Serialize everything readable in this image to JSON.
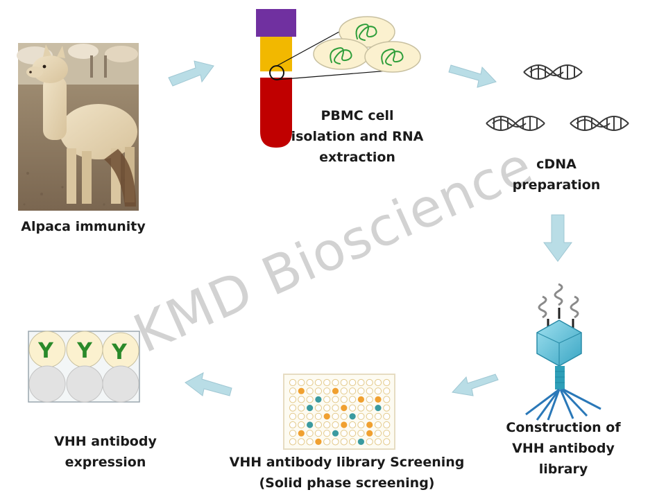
{
  "watermark": "KMD Bioscience",
  "steps": {
    "alpaca": {
      "lines": [
        "Alpaca immunity"
      ]
    },
    "pbmc": {
      "lines": [
        "PBMC cell",
        "isolation and RNA",
        "extraction"
      ]
    },
    "cdna": {
      "lines": [
        "cDNA",
        "preparation"
      ]
    },
    "library": {
      "lines": [
        "Construction of",
        "VHH antibody",
        "library"
      ]
    },
    "screening": {
      "lines": [
        "VHH antibody library Screening",
        "(Solid phase screening)"
      ]
    },
    "expression": {
      "lines": [
        "VHH antibody",
        "expression"
      ]
    }
  },
  "well_plate_glyph": "Y",
  "colors": {
    "arrow": "#b9dde6",
    "arrow_edge": "#9fc7d3",
    "tube_cap": "#7030a0",
    "plasma": "#f2b800",
    "blood": "#c00000",
    "cell_fill": "#fbf1cf",
    "rna": "#2e9e3a",
    "phage": "#2e9fb8",
    "well_orange": "#f0a030",
    "well_teal": "#3a9aa0",
    "antibody": "#2a8a2a"
  }
}
